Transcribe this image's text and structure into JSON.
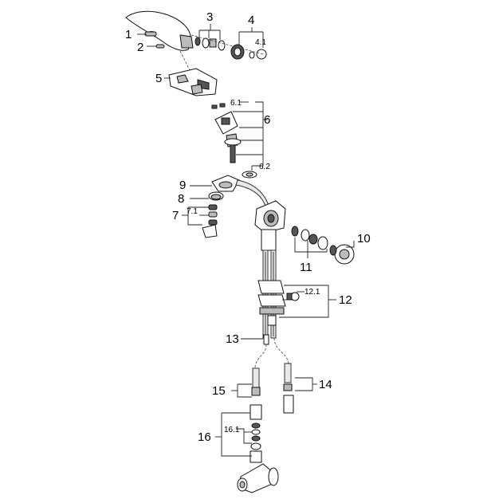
{
  "diagram": {
    "callouts": [
      {
        "id": "c1",
        "text": "1"
      },
      {
        "id": "c2",
        "text": "2"
      },
      {
        "id": "c3",
        "text": "3"
      },
      {
        "id": "c4",
        "text": "4"
      },
      {
        "id": "c4_1",
        "text": "4.1"
      },
      {
        "id": "c5",
        "text": "5"
      },
      {
        "id": "c6",
        "text": "6"
      },
      {
        "id": "c6_1",
        "text": "6.1"
      },
      {
        "id": "c6_2",
        "text": "6.2"
      },
      {
        "id": "c7",
        "text": "7"
      },
      {
        "id": "c7_1",
        "text": "7.1"
      },
      {
        "id": "c8",
        "text": "8"
      },
      {
        "id": "c9",
        "text": "9"
      },
      {
        "id": "c10",
        "text": "10"
      },
      {
        "id": "c11",
        "text": "11"
      },
      {
        "id": "c12",
        "text": "12"
      },
      {
        "id": "c12_1",
        "text": "12.1"
      },
      {
        "id": "c13",
        "text": "13"
      },
      {
        "id": "c14",
        "text": "14"
      },
      {
        "id": "c15",
        "text": "15"
      },
      {
        "id": "c16",
        "text": "16"
      },
      {
        "id": "c16_1",
        "text": "16.1"
      }
    ]
  }
}
